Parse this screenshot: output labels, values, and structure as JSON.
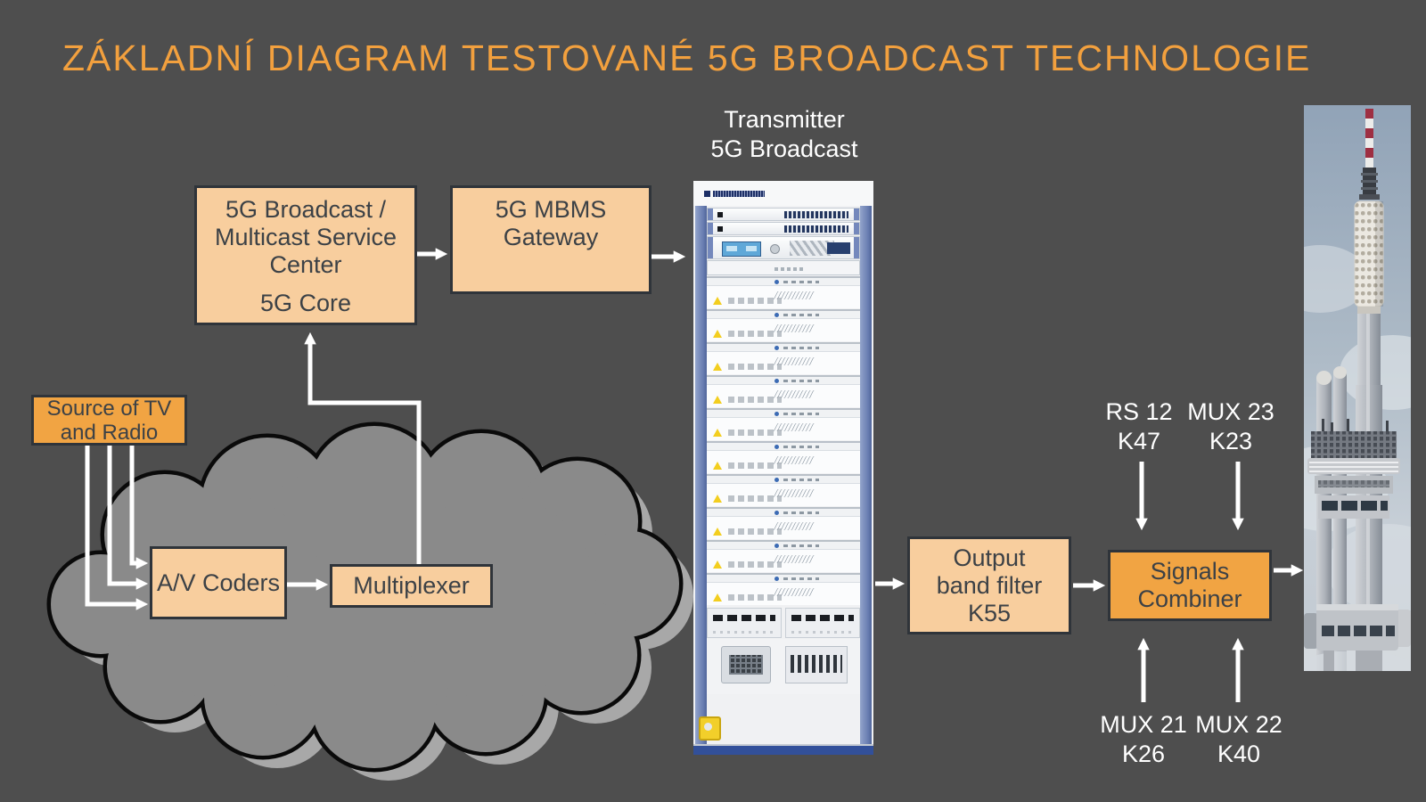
{
  "title": "ZÁKLADNÍ DIAGRAM TESTOVANÉ 5G BROADCAST TECHNOLOGIE",
  "colors": {
    "background": "#4E4E4E",
    "title_orange": "#F2A03E",
    "box_light": "#F8CE9E",
    "box_dark": "#F1A443",
    "box_border": "#2F343A",
    "box_text": "#3C4146",
    "arrow_white": "#FFFFFF",
    "cloud_fill": "#8A8A8A",
    "cloud_shadow": "#A8A8A8",
    "cloud_outline": "#0A0A0A"
  },
  "nodes": {
    "service_center": {
      "line1": "5G Broadcast / Multicast Service Center",
      "line2": "5G Core"
    },
    "gateway": {
      "label": "5G MBMS Gateway"
    },
    "source": {
      "label": "Source of TV and Radio"
    },
    "av_coders": {
      "label": "A/V Coders"
    },
    "multiplexer": {
      "label": "Multiplexer"
    },
    "output_filter": {
      "lines": [
        "Output",
        "band filter",
        "K55"
      ]
    },
    "signals_combiner": {
      "label": "Signals Combiner"
    }
  },
  "transmitter_label": {
    "line1": "Transmitter",
    "line2": "5G Broadcast"
  },
  "signal_labels": {
    "rs12": {
      "line1": "RS 12",
      "line2": "K47"
    },
    "mux23": {
      "line1": "MUX 23",
      "line2": "K23"
    },
    "mux21": {
      "line1": "MUX 21",
      "line2": "K26"
    },
    "mux22": {
      "line1": "MUX 22",
      "line2": "K40"
    }
  }
}
